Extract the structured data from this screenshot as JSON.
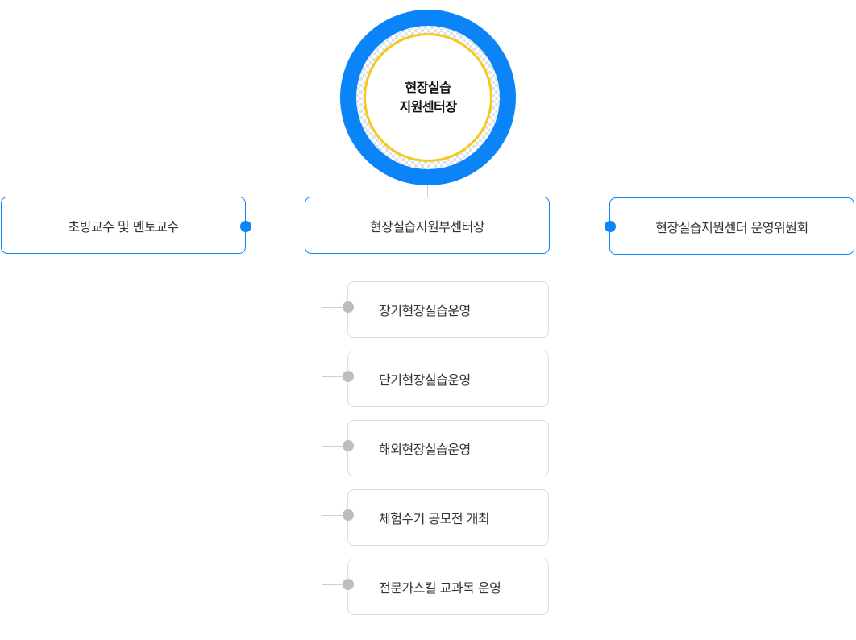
{
  "center": {
    "title_line1": "현장실습",
    "title_line2": "지원센터장"
  },
  "deputy": {
    "label": "현장실습지원부센터장"
  },
  "left_box": {
    "label": "초빙교수 및 멘토교수"
  },
  "right_box": {
    "label": "현장실습지원센터 운영위원회"
  },
  "sub_items": [
    {
      "label": "장기현장실습운영"
    },
    {
      "label": "단기현장실습운영"
    },
    {
      "label": "해외현장실습운영"
    },
    {
      "label": "체험수기 공모전 개최"
    },
    {
      "label": "전문가스킬 교과목 운영"
    }
  ],
  "colors": {
    "accent_blue": "#0a84f7",
    "ring_yellow": "#f6c81e",
    "line_gray": "#cfcfcf",
    "dot_gray": "#bdbdbd"
  }
}
